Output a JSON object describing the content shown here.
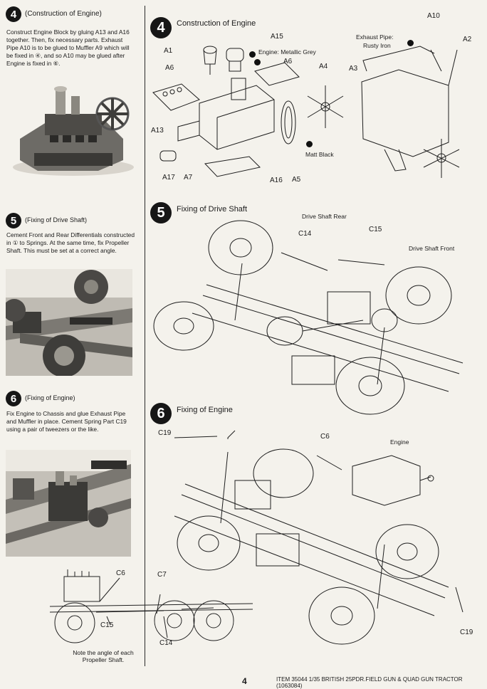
{
  "left_column": {
    "step4": {
      "number": "4",
      "title": "(Construction of Engine)",
      "text": "Construct Engine Block by gluing A13 and A16 together.  Then, fix necessary parts. Exhaust Pipe A10 is to be glued to Muffler A9 which will be fixed in ④, and so A10 may be glued after Engine is fixed in ⑥."
    },
    "step5": {
      "number": "5",
      "title": "(Fixing of Drive Shaft)",
      "text": "Cement Front and Rear Differentials constructed in ① to Springs.  At the same time, fix Propeller Shaft.  This must be set at a correct angle."
    },
    "step6": {
      "number": "6",
      "title": "(Fixing of Engine)",
      "text": "Fix Engine to Chassis and glue Exhaust Pipe and Muffler in place.  Cement Spring Part C19 using a pair of tweezers or the like."
    },
    "side_view": {
      "labels": [
        "C6",
        "C7",
        "C15",
        "C14"
      ],
      "note": "Note the angle of each Propeller Shaft."
    }
  },
  "main": {
    "step4": {
      "number": "4",
      "title": "Construction of Engine",
      "parts": [
        "A1",
        "A15",
        "A6",
        "A6",
        "A4",
        "A13",
        "A17",
        "A7",
        "A16",
        "A5",
        "A10",
        "A2",
        "A3"
      ],
      "paint_notes": {
        "engine": "Engine: Metallic Grey",
        "matt": "Matt Black",
        "exhaust_line1": "Exhaust Pipe:",
        "exhaust_line2": "Rusty Iron"
      }
    },
    "step5": {
      "number": "5",
      "title": "Fixing of Drive Shaft",
      "labels": {
        "rear": "Drive Shaft Rear",
        "front": "Drive Shaft Front",
        "c14": "C14",
        "c15": "C15"
      }
    },
    "step6": {
      "number": "6",
      "title": "Fixing of Engine",
      "labels": {
        "c19a": "C19",
        "c6": "C6",
        "engine": "Engine",
        "c19b": "C19"
      }
    }
  },
  "footer": {
    "page_number": "4",
    "item": "ITEM 35044  1/35 BRITISH 25PDR.FIELD GUN & QUAD GUN TRACTOR (1063084)"
  }
}
